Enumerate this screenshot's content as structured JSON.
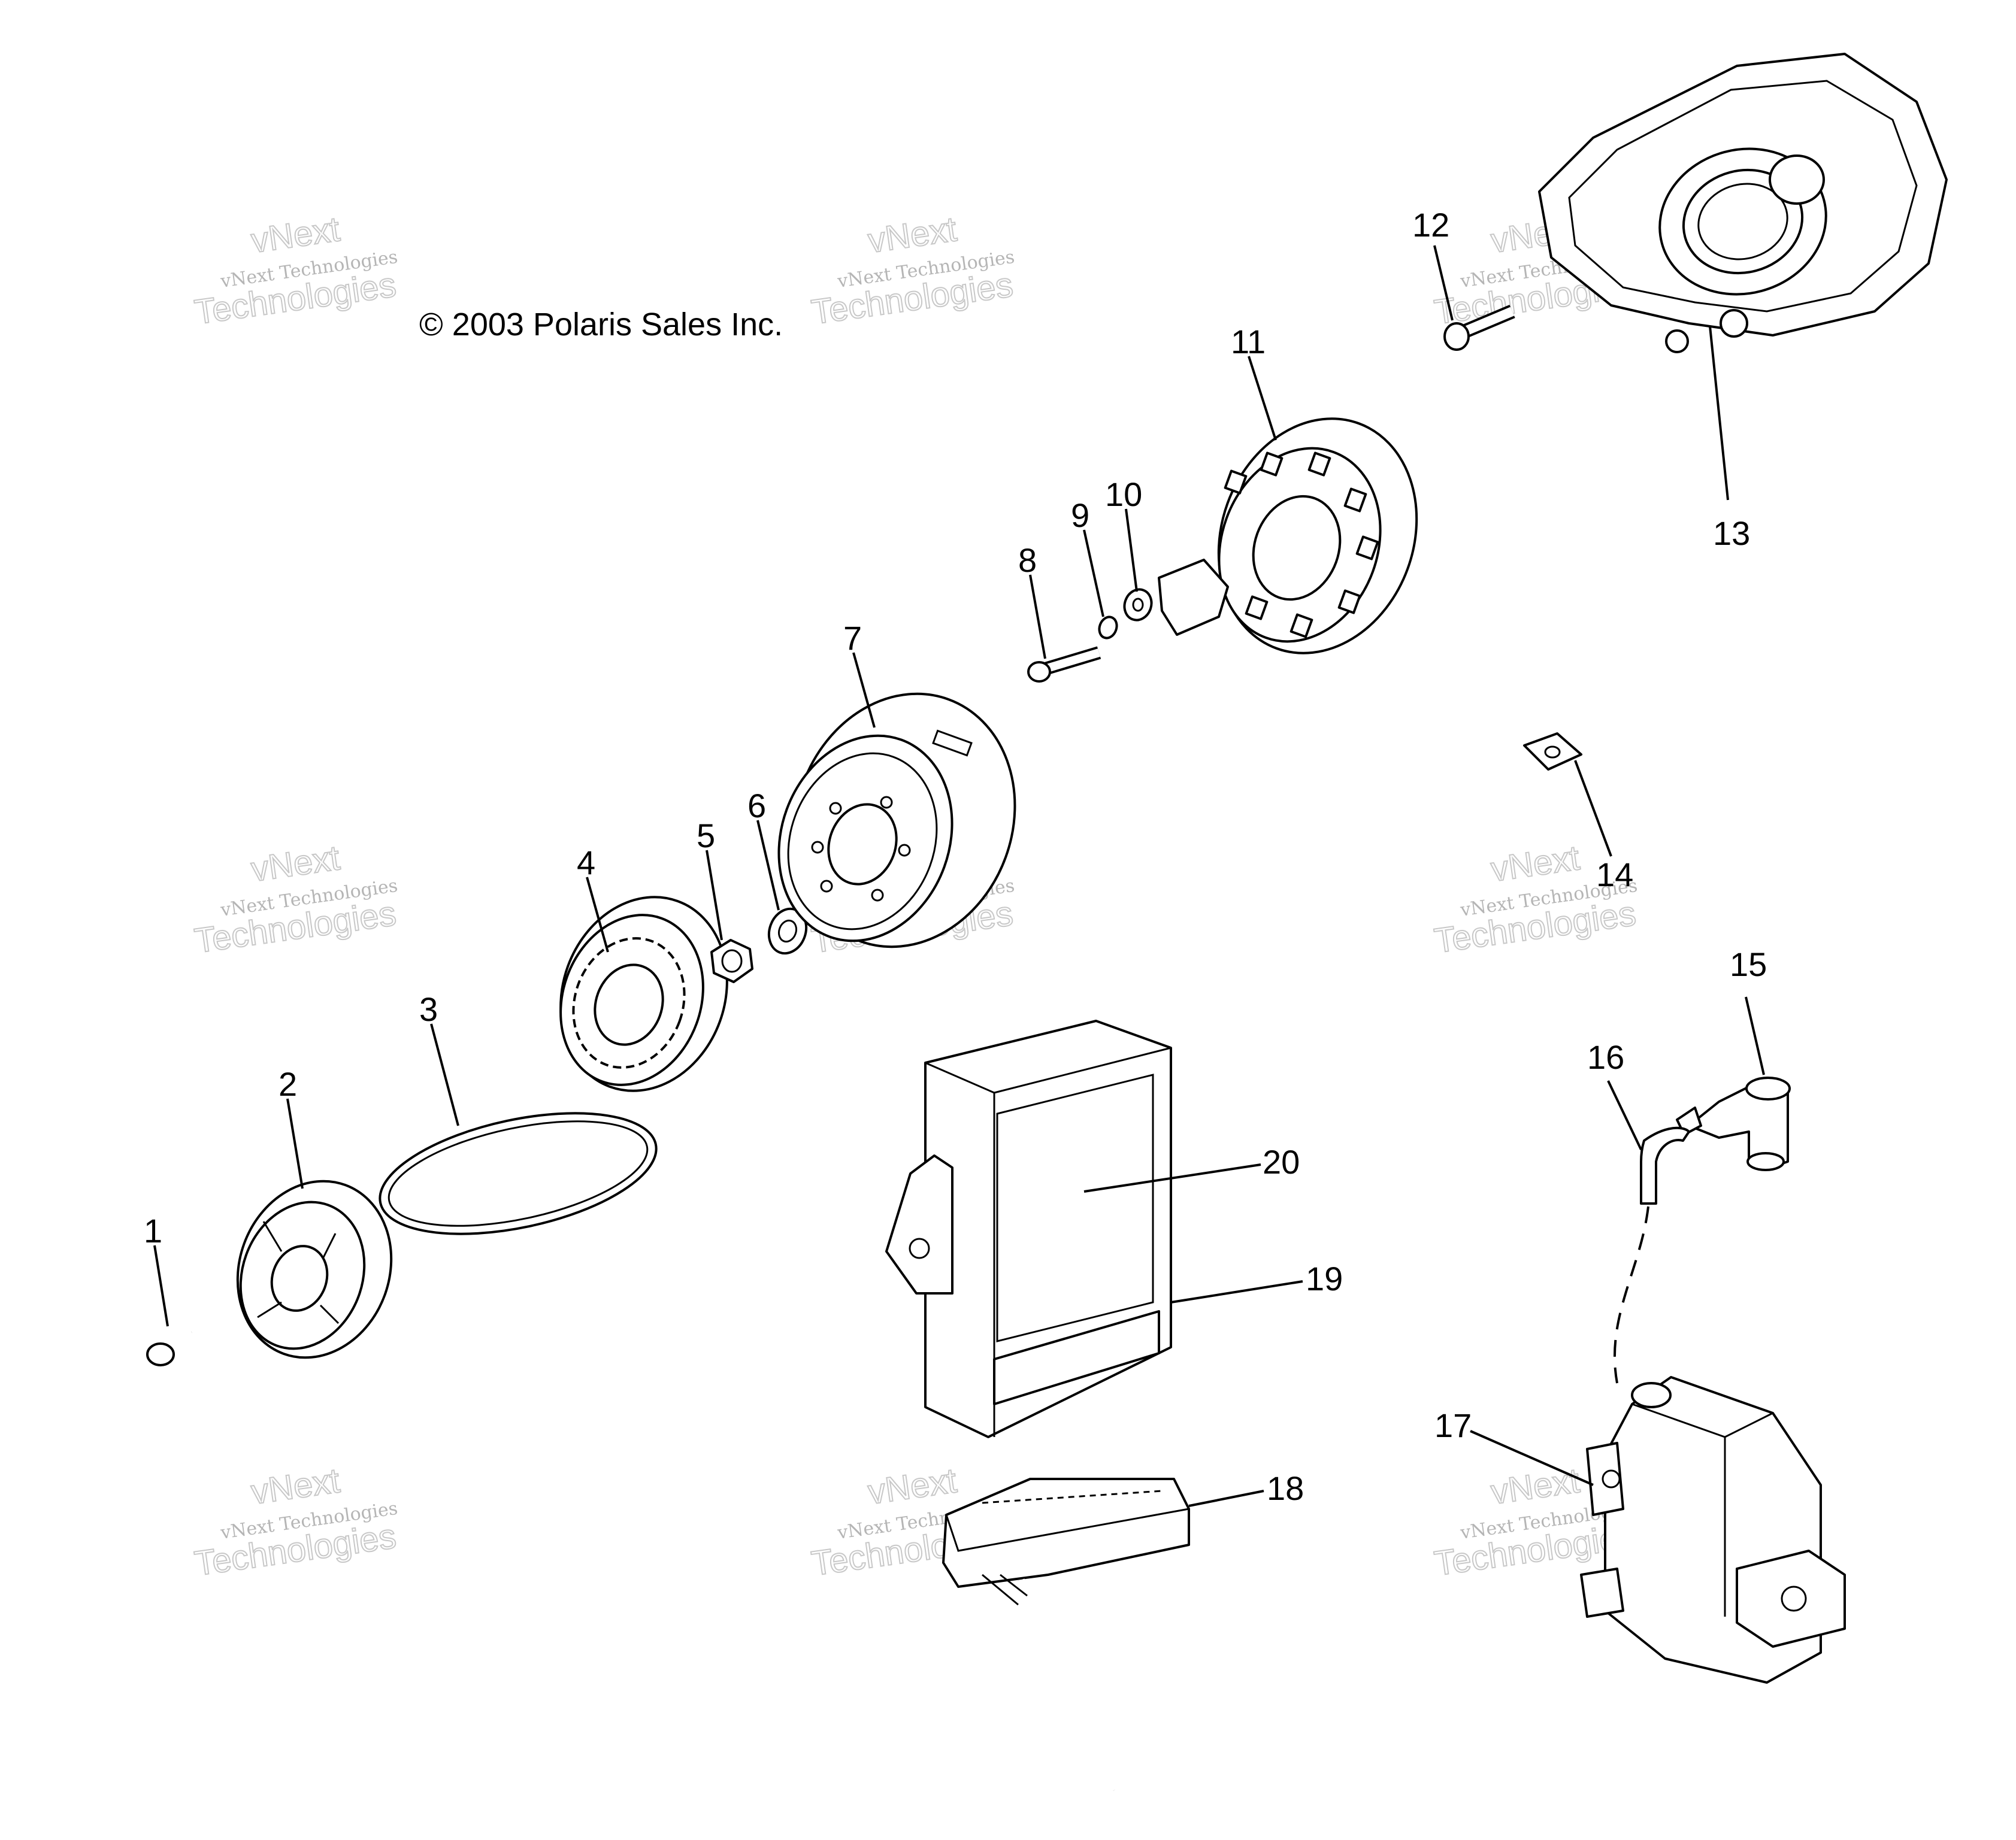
{
  "copyright": "© 2003 Polaris Sales Inc.",
  "watermark": {
    "line1": "vNext Technologies",
    "line2": "Technologies",
    "line3": "vNext"
  },
  "callouts": [
    {
      "id": "1",
      "label": "1"
    },
    {
      "id": "2",
      "label": "2"
    },
    {
      "id": "3",
      "label": "3"
    },
    {
      "id": "4",
      "label": "4"
    },
    {
      "id": "5",
      "label": "5"
    },
    {
      "id": "6",
      "label": "6"
    },
    {
      "id": "7",
      "label": "7"
    },
    {
      "id": "8",
      "label": "8"
    },
    {
      "id": "9",
      "label": "9"
    },
    {
      "id": "10",
      "label": "10"
    },
    {
      "id": "11",
      "label": "11"
    },
    {
      "id": "12",
      "label": "12"
    },
    {
      "id": "13",
      "label": "13"
    },
    {
      "id": "14",
      "label": "14"
    },
    {
      "id": "15",
      "label": "15"
    },
    {
      "id": "16",
      "label": "16"
    },
    {
      "id": "17",
      "label": "17"
    },
    {
      "id": "18",
      "label": "18"
    },
    {
      "id": "19",
      "label": "19"
    },
    {
      "id": "20",
      "label": "20"
    }
  ]
}
